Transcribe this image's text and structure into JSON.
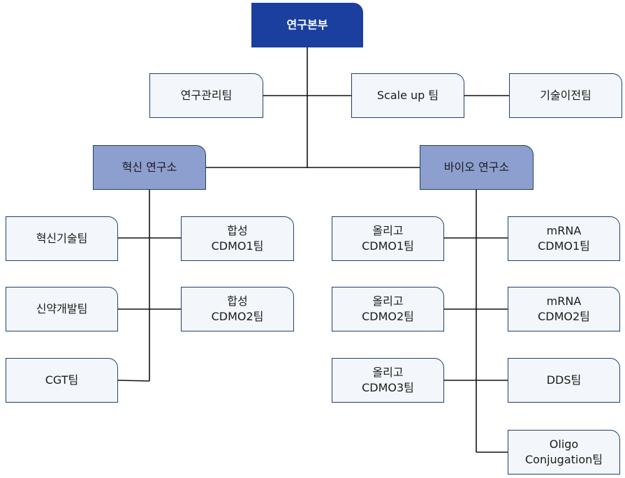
{
  "org_chart": {
    "root": "연구본부",
    "staff": {
      "research_management": "연구관리팀",
      "scale_up": "Scale up 팀",
      "tech_transfer": "기술이전팀"
    },
    "innovation_lab": {
      "title": "혁신 연구소",
      "teams": {
        "innovation_tech": "혁신기술팀",
        "synthesis_cdmo1": "합성\nCDMO1팀",
        "drug_dev": "신약개발팀",
        "synthesis_cdmo2": "합성\nCDMO2팀",
        "cgt": "CGT팀"
      }
    },
    "bio_lab": {
      "title": "바이오 연구소",
      "teams": {
        "oligo_cdmo1": "올리고\nCDMO1팀",
        "mrna_cdmo1": "mRNA\nCDMO1팀",
        "oligo_cdmo2": "올리고\nCDMO2팀",
        "mrna_cdmo2": "mRNA\nCDMO2팀",
        "oligo_cdmo3": "올리고\nCDMO3팀",
        "dds": "DDS팀",
        "oligo_conjugation": "Oligo\nConjugation팀"
      }
    }
  },
  "colors": {
    "root_fill": "#1a3f9e",
    "lab_fill": "#8c9fcf",
    "team_fill": "#f3f6fa",
    "border": "#1f3f6a",
    "line": "#111111"
  }
}
